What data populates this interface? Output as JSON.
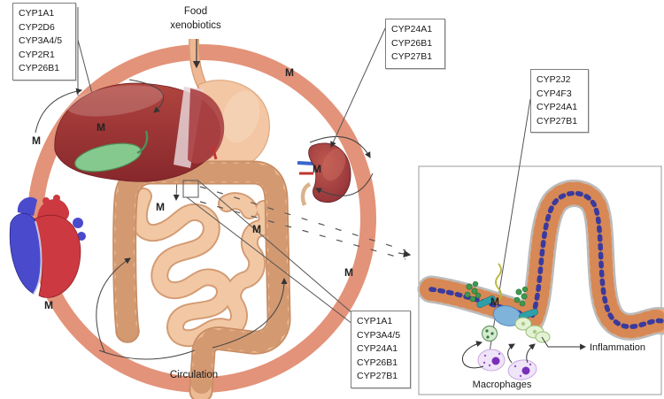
{
  "labels": {
    "food_line1": "Food",
    "food_line2": "xenobiotics",
    "circulation": "Circulation",
    "marker": "M"
  },
  "boxes": {
    "liver": [
      "CYP1A1",
      "CYP2D6",
      "CYP3A4/5",
      "CYP2R1",
      "CYP26B1"
    ],
    "kidney": [
      "CYP24A1",
      "CYP26B1",
      "CYP27B1"
    ],
    "colon_epithelium": [
      "CYP2J2",
      "CYP4F3",
      "CYP24A1",
      "CYP27B1"
    ],
    "intestine": [
      "CYP1A1",
      "CYP3A4/5",
      "CYP24A1",
      "CYP26B1",
      "CYP27B1"
    ]
  },
  "inset": {
    "macrophages": "Macrophages",
    "inflammation": "Inflammation"
  },
  "colors": {
    "circulation_band": "#E39379",
    "liver_red": "#9E3136",
    "kidney_red": "#922F36",
    "intestine_peach": "#EDBB93",
    "bacteria_green": "#3E9A4E",
    "bacteria_teal": "#2FA0A8",
    "macrophage_purple": "#7A2FB8"
  }
}
